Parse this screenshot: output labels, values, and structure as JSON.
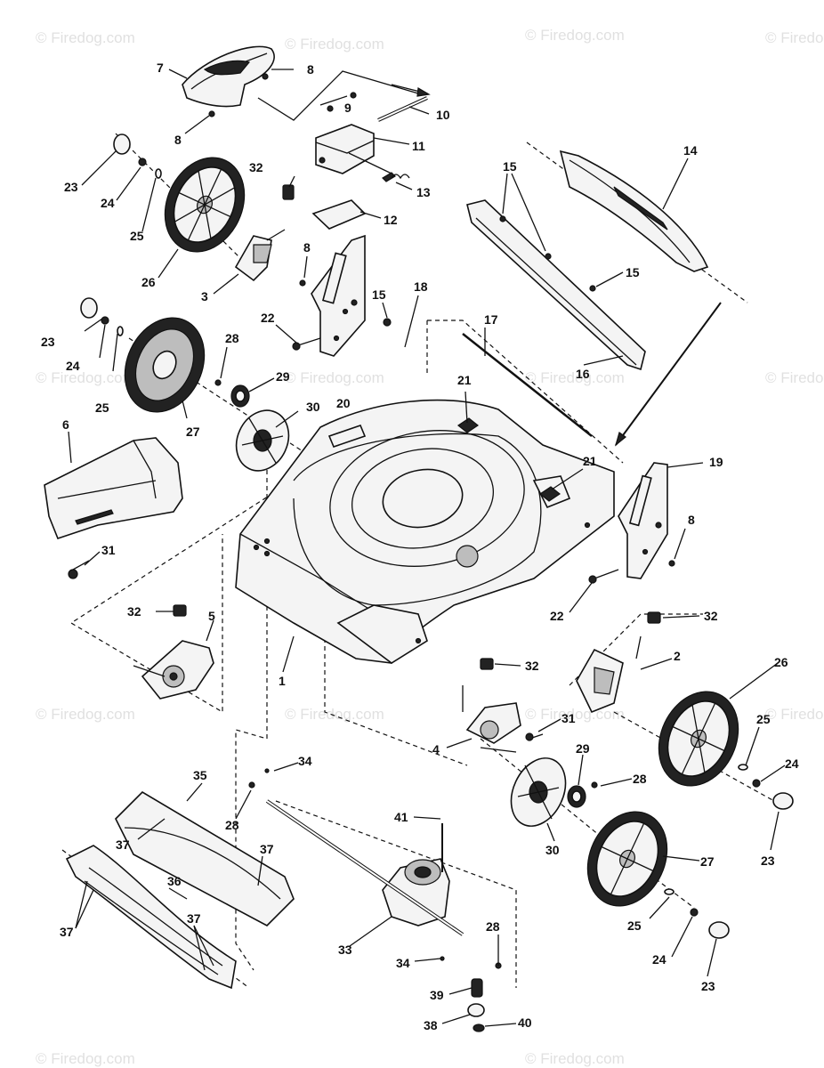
{
  "watermark": "© Firedog.com",
  "labels": {
    "p1": "1",
    "p2": "2",
    "p3": "3",
    "p4": "4",
    "p5": "5",
    "p6": "6",
    "p7": "7",
    "p8": "8",
    "p9": "9",
    "p10": "10",
    "p11": "11",
    "p12": "12",
    "p13": "13",
    "p14": "14",
    "p15": "15",
    "p16": "16",
    "p17": "17",
    "p18": "18",
    "p19": "19",
    "p20": "20",
    "p21": "21",
    "p22": "22",
    "p23": "23",
    "p24": "24",
    "p25": "25",
    "p26": "26",
    "p27": "27",
    "p28": "28",
    "p29": "29",
    "p30": "30",
    "p31": "31",
    "p32": "32",
    "p33": "33",
    "p34": "34",
    "p35": "35",
    "p36": "36",
    "p37": "37",
    "p38": "38",
    "p39": "39",
    "p40": "40",
    "p41": "41"
  }
}
